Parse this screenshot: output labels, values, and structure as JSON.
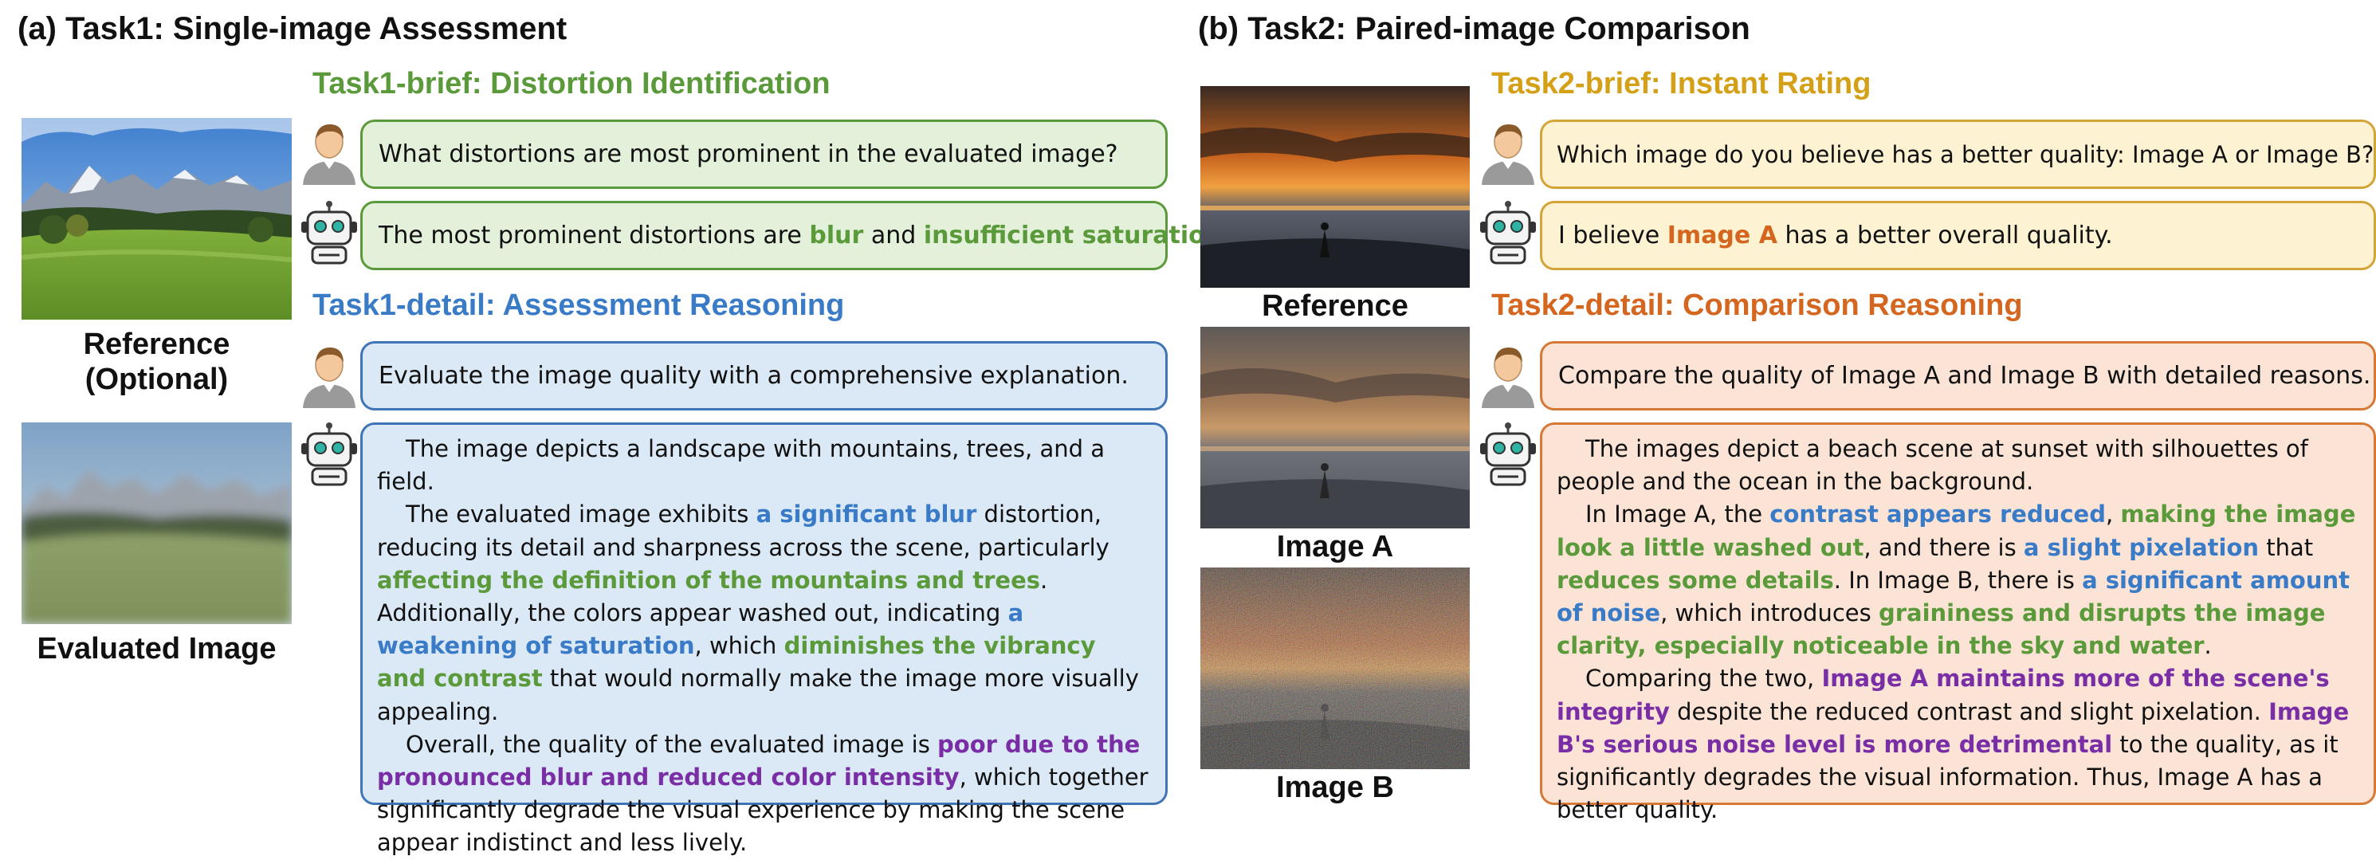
{
  "task1": {
    "title": "(a) Task1: Single-image Assessment",
    "reference_caption_1": "Reference",
    "reference_caption_2": "(Optional)",
    "evaluated_caption": "Evaluated Image",
    "brief": {
      "title": "Task1-brief: Distortion Identification",
      "question": "What distortions are most prominent in the evaluated image?",
      "answer": {
        "pre": "The most prominent distortions are ",
        "hl1": "blur",
        "mid": " and ",
        "hl2": "insufficient saturation",
        "post": "."
      }
    },
    "detail": {
      "title": "Task1-detail: Assessment Reasoning",
      "question": "Evaluate the image quality with a comprehensive explanation.",
      "p1": "The image depicts a landscape with mountains, trees, and a field.",
      "p2": {
        "a": "The evaluated image exhibits ",
        "b": "a significant blur",
        "c": " distortion, reducing its detail and sharpness across the scene, particularly ",
        "d": "affecting the definition of the mountains and trees",
        "e": ". Additionally, the colors appear washed out, indicating ",
        "f": "a weakening of saturation",
        "g": ", which ",
        "h": "diminishes the vibrancy and contrast",
        "i": " that would normally make the image more visually appealing."
      },
      "p3": {
        "a": "Overall, the quality of the evaluated image is ",
        "b": "poor due to the pronounced blur and reduced color intensity",
        "c": ", which together significantly degrade the visual experience by making the scene appear indistinct and less lively."
      }
    }
  },
  "task2": {
    "title": "(b) Task2: Paired-image Comparison",
    "reference_caption": "Reference",
    "image_a_caption": "Image A",
    "image_b_caption": "Image B",
    "brief": {
      "title": "Task2-brief: Instant Rating",
      "question": "Which image do you believe has a better quality: Image A or Image B?",
      "answer": {
        "pre": "I believe ",
        "hl": "Image A",
        "post": " has a better overall quality."
      }
    },
    "detail": {
      "title": "Task2-detail: Comparison Reasoning",
      "question": "Compare the quality of Image A and Image B with detailed reasons.",
      "p1": "The images depict a beach scene at sunset with silhouettes of people and the ocean in the background.",
      "p2": {
        "a": "In Image A, the ",
        "b": "contrast appears reduced",
        "c": ", ",
        "d": "making the image look a little washed out",
        "e": ", and there is ",
        "f": "a slight pixelation",
        "g": " that ",
        "h": "reduces some details",
        "i": ". In Image B, there is ",
        "j": "a significant amount of noise",
        "k": ", which introduces ",
        "l": "graininess and disrupts the image clarity, especially noticeable in the sky and water",
        "m": "."
      },
      "p3": {
        "a": "Comparing the two, ",
        "b": "Image A maintains more of the scene's integrity",
        "c": " despite the reduced contrast and slight pixelation. ",
        "d": "Image B's serious noise level is more detrimental",
        "e": " to the quality, as it significantly degrades the visual information. Thus, Image A has a better quality."
      }
    }
  },
  "colors": {
    "green_title": "#5b9a3a",
    "blue_title": "#3a7bc8",
    "yellow_title": "#d4a017",
    "orange_title": "#d4661f",
    "highlight_purple": "#7a2ea6"
  },
  "icons": [
    "user-icon",
    "robot-icon"
  ]
}
